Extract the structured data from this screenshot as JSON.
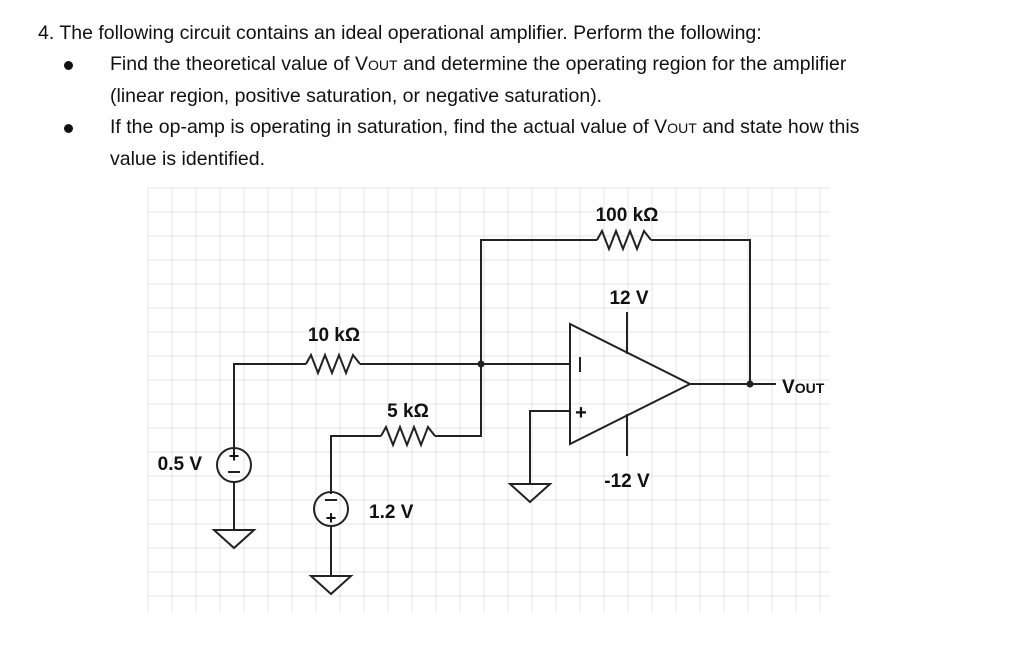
{
  "question": {
    "title": "4. The following circuit contains an ideal operational amplifier. Perform the following:",
    "bullets": [
      {
        "line1_pre": "Find the theoretical value of V",
        "line1_sub": "OUT",
        "line1_post": " and determine the operating region for the amplifier",
        "line2": "(linear region, positive saturation, or negative saturation)."
      },
      {
        "line1_pre": "If the op-amp is operating in saturation, find the actual value of V",
        "line1_sub": "OUT",
        "line1_post": " and state how this",
        "line2": "value is identified."
      }
    ]
  },
  "circuit": {
    "r_feedback": "100 kΩ",
    "r_input": "10 kΩ",
    "r_bias": "5 kΩ",
    "v_source_1": "0.5 V",
    "v_source_2": "1.2 V",
    "v_pos_supply": "12 V",
    "v_neg_supply": "-12 V",
    "vout_main": "V",
    "vout_sub": "OUT",
    "plus_sign": "+",
    "minus_sign": "−"
  }
}
